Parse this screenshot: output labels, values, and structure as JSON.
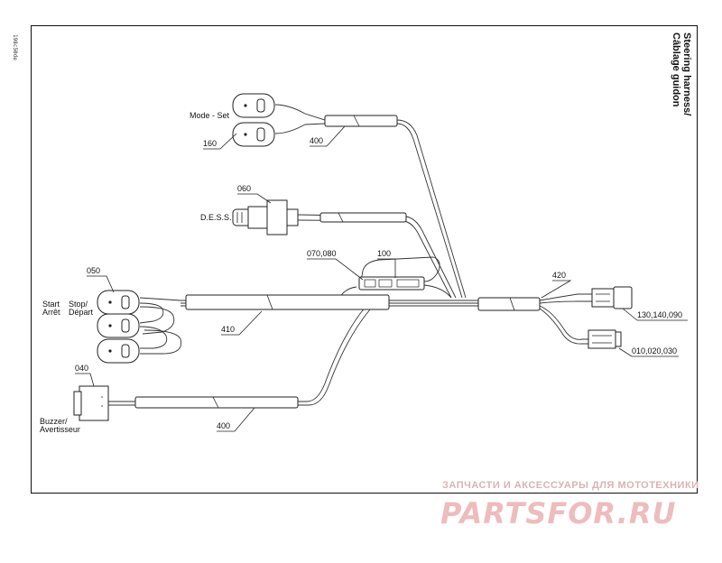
{
  "diagram": {
    "doc_code": "198c50de",
    "title_line1": "Steering harness/",
    "title_line2": "Câblage guidon",
    "callouts": {
      "c160": "160",
      "c400_top": "400",
      "c060": "060",
      "c070_080": "070,080",
      "c100": "100",
      "c050": "050",
      "c410": "410",
      "c420": "420",
      "c130": "130,140,090",
      "c010": "010,020,030",
      "c040": "040",
      "c400_bottom": "400"
    },
    "labels": {
      "mode_set": "Mode - Set",
      "dess": "D.E.S.S.",
      "start": "Start",
      "arret": "Arrêt",
      "stop": "Stop/",
      "depart": "Départ",
      "buzzer": "Buzzer/",
      "avertisseur": "Avertisseur"
    }
  },
  "watermark": {
    "tagline": "ЗАПЧАСТИ И АКСЕССУАРЫ ДЛЯ МОТОТЕХНИКИ",
    "brand": "PARTSFOR.RU"
  }
}
